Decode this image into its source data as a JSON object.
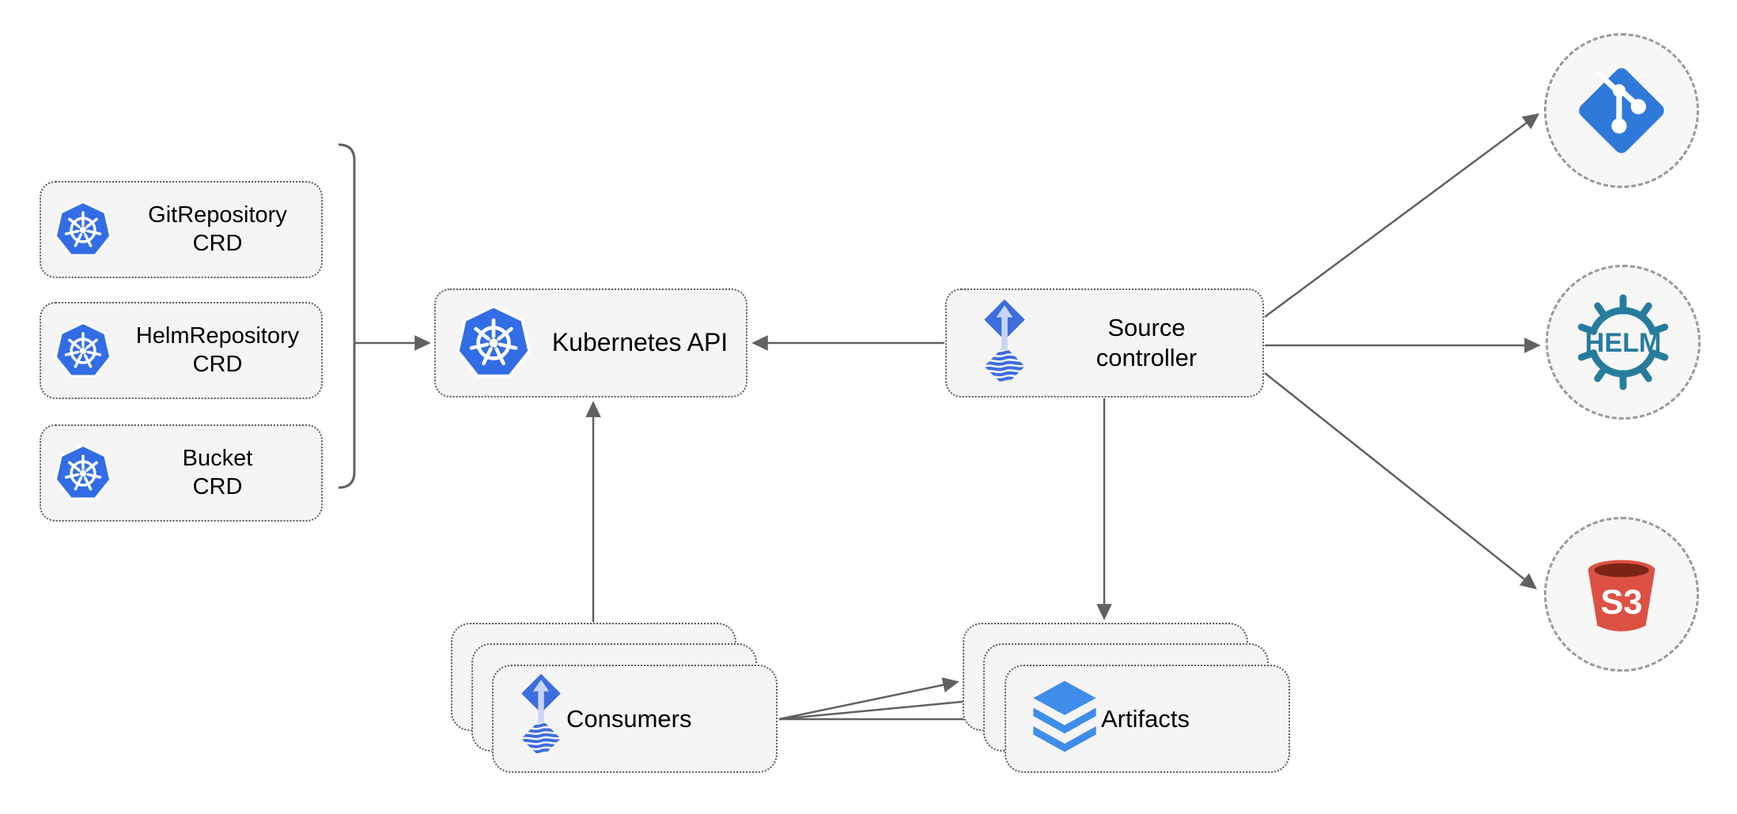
{
  "diagram": {
    "crd_nodes": [
      {
        "line1": "GitRepository",
        "line2": "CRD"
      },
      {
        "line1": "HelmRepository",
        "line2": "CRD"
      },
      {
        "line1": "Bucket",
        "line2": "CRD"
      }
    ],
    "kubernetes_api": {
      "label": "Kubernetes API"
    },
    "source_controller": {
      "line1": "Source",
      "line2": "controller"
    },
    "consumers": {
      "label": "Consumers"
    },
    "artifacts": {
      "label": "Artifacts"
    },
    "external_sources": {
      "git": {
        "icon": "git-icon"
      },
      "helm": {
        "icon": "helm-icon",
        "label": "HELM"
      },
      "s3": {
        "icon": "s3-bucket-icon",
        "label": "S3"
      }
    },
    "icons": {
      "kubernetes": "kubernetes-wheel-icon",
      "flux": "flux-source-icon",
      "layers": "layers-stack-icon"
    },
    "colors": {
      "kubernetes_blue": "#326DE6",
      "flux_blue": "#3D6DDE",
      "flux_arrow_light": "#C9D5F3",
      "layers_blue": "#3F8DEA",
      "git_blue": "#2F79DB",
      "helm_teal": "#277C9D",
      "s3_red": "#DD5144",
      "s3_dark": "#7B2415",
      "arrow_gray": "#616161",
      "node_fill": "#F5F5F5",
      "node_border": "#5B5B5B",
      "circle_border": "#9A9A9A",
      "white": "#FFFFFF"
    }
  }
}
